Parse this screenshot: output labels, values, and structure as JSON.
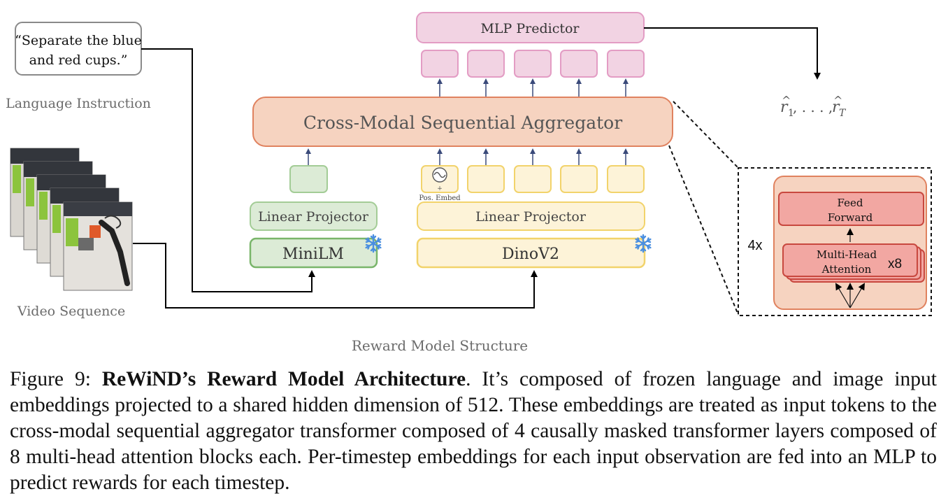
{
  "instruction": {
    "quote_line1": "“Separate the blue",
    "quote_line2": "and red cups.”",
    "label": "Language Instruction"
  },
  "video": {
    "label": "Video Sequence"
  },
  "text_branch": {
    "encoder": "MiniLM",
    "projector": "Linear Projector"
  },
  "image_branch": {
    "encoder": "DinoV2",
    "projector": "Linear Projector",
    "pos_embed_label": "Pos. Embed",
    "pos_embed_plus": "+"
  },
  "aggregator": {
    "label": "Cross-Modal Sequential Aggregator"
  },
  "mlp": {
    "label": "MLP Predictor"
  },
  "output": {
    "r1": "r",
    "sub1": "1",
    "sep": ", . . . , ",
    "rT": "r",
    "subT": "T",
    "hat": "^"
  },
  "transformer": {
    "repeat": "4x",
    "feed_forward_line1": "Feed",
    "feed_forward_line2": "Forward",
    "mha_line1": "Multi-Head",
    "mha_line2": "Attention",
    "heads": "x8"
  },
  "frozen_icon": "snowflake-icon",
  "diagram_title": "Reward Model Structure",
  "caption": {
    "prefix": "Figure 9: ",
    "bold": "ReWiND’s Reward Model Architecture",
    "text": ". It’s composed of frozen language and image input embeddings projected to a shared hidden dimension of 512. These embeddings are treated as input tokens to the cross-modal sequential aggregator transformer composed of 4 causally masked transformer layers composed of 8 multi-head attention blocks each. Per-timestep embeddings for each input observation are fed into an MLP to predict rewards for each timestep."
  },
  "colors": {
    "pink_fill": "#f2d3e3",
    "pink_stroke": "#e39cc4",
    "salmon_fill": "#f6d3c0",
    "salmon_stroke": "#e0825f",
    "green_fill": "#dcebd6",
    "green_stroke": "#79b56a",
    "yellow_fill": "#fdf3d8",
    "yellow_stroke": "#f2d36b",
    "red_fill": "#f2a7a2",
    "red_stroke": "#c8483f",
    "arrow_blue": "#3a4a7a"
  }
}
